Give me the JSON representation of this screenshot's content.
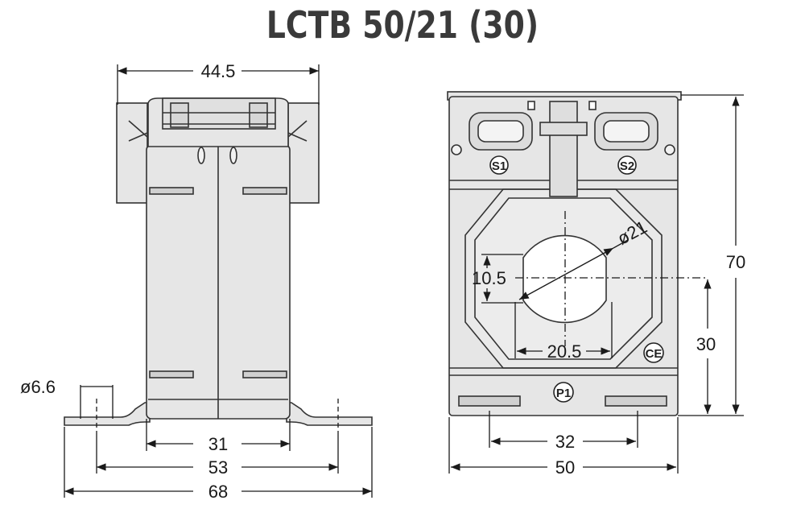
{
  "title": "LCTB 50/21 (30)",
  "side_view": {
    "dim_top_width": "44.5",
    "dim_hole_diameter": "ø6.6",
    "dim_body_width": "31",
    "dim_hole_spacing": "53",
    "dim_overall_width": "68"
  },
  "front_view": {
    "dim_aperture_diameter": "ø21",
    "dim_aperture_flat": "10.5",
    "dim_aperture_width": "20.5",
    "dim_height": "70",
    "dim_center_height": "30",
    "dim_mount_spacing": "32",
    "dim_width": "50",
    "terminal_s1": "S1",
    "terminal_s2": "S2",
    "terminal_p1": "P1",
    "ce_mark": "CE"
  },
  "colors": {
    "body": "#e6e6e6",
    "outline": "#333333",
    "dim_line": "#1a1a1a"
  }
}
